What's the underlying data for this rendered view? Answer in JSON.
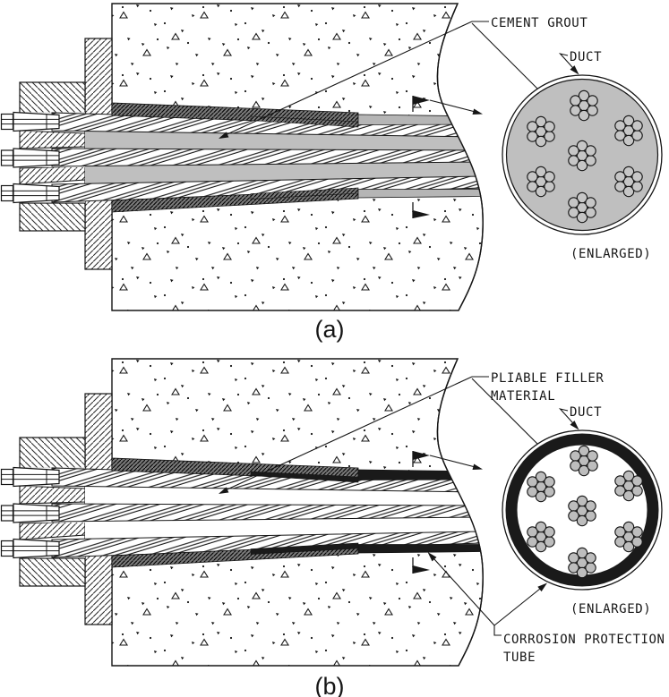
{
  "panels": {
    "a": {
      "caption": "(a)",
      "labels": {
        "cement_grout": "CEMENT GROUT",
        "duct": "DUCT",
        "enlarged": "(ENLARGED)"
      }
    },
    "b": {
      "caption": "(b)",
      "labels": {
        "pliable_filler_1": "PLIABLE FILLER",
        "pliable_filler_2": "MATERIAL",
        "duct": "DUCT",
        "corrosion_1": "CORROSION PROTECTION",
        "corrosion_2": "TUBE",
        "enlarged": "(ENLARGED)"
      }
    }
  },
  "cross_section": {
    "strand_bundles": 7,
    "wires_per_bundle": 7
  },
  "colors": {
    "grout": "#bfbfbf",
    "duct_hatch": "#7a7a7a",
    "tube": "#1a1a1a",
    "wire_a": "#c6c6c6",
    "wire_b": "#bdbdbd",
    "line": "#161616",
    "background": "#ffffff"
  }
}
